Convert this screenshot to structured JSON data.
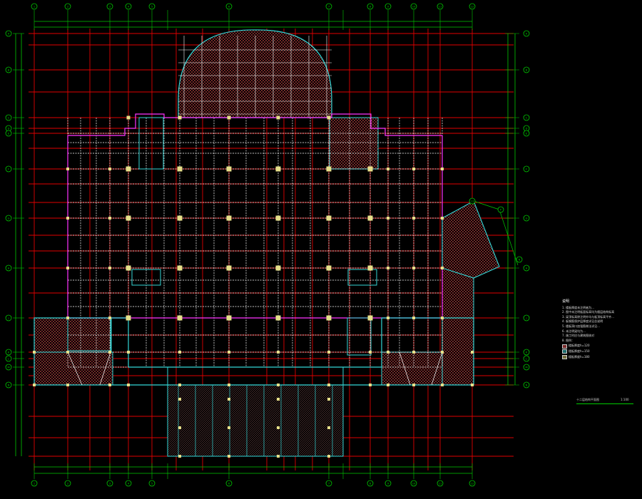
{
  "drawing": {
    "colors": {
      "background": "#000000",
      "axis_line": "#e00000",
      "dimension": "#00c800",
      "grid_bubble": "#00c800",
      "beam": "#ffffff",
      "wall_outline": "#ff33ff",
      "slab_outline": "#33d6d6",
      "column": "#e6e08a",
      "hatch": "#d84a4a"
    },
    "col_axes": [
      "1",
      "2",
      "3",
      "4",
      "5",
      "6",
      "7",
      "8",
      "9",
      "10",
      "11",
      "12",
      "13"
    ],
    "row_axes": [
      "A",
      "B",
      "C",
      "D",
      "E",
      "F",
      "G",
      "H",
      "J",
      "K",
      "L",
      "M",
      "N",
      "P"
    ],
    "notes_title": "说明",
    "notes": [
      "1. 楼板厚度未注明者为...",
      "2. 图中未注明板面标高均为楼层结构标高",
      "3. 梁顶标高除注明外均与板顶标高平齐...",
      "4. 板钢筋保护层厚度详见总说明",
      "5. 楼板洞口加强筋做法详见...",
      "6. 未注明梁均为...",
      "7. 施工时应与建筑图核对",
      "8. 图例："
    ],
    "legend": [
      {
        "label": "楼板厚度h=120",
        "color": "#d84a4a"
      },
      {
        "label": "楼板厚度h=150",
        "color": "#33d6d6"
      },
      {
        "label": "楼板厚度h=180",
        "color": "#e6e08a"
      }
    ],
    "title": "十二层结构平面图",
    "scale": "1:100"
  }
}
